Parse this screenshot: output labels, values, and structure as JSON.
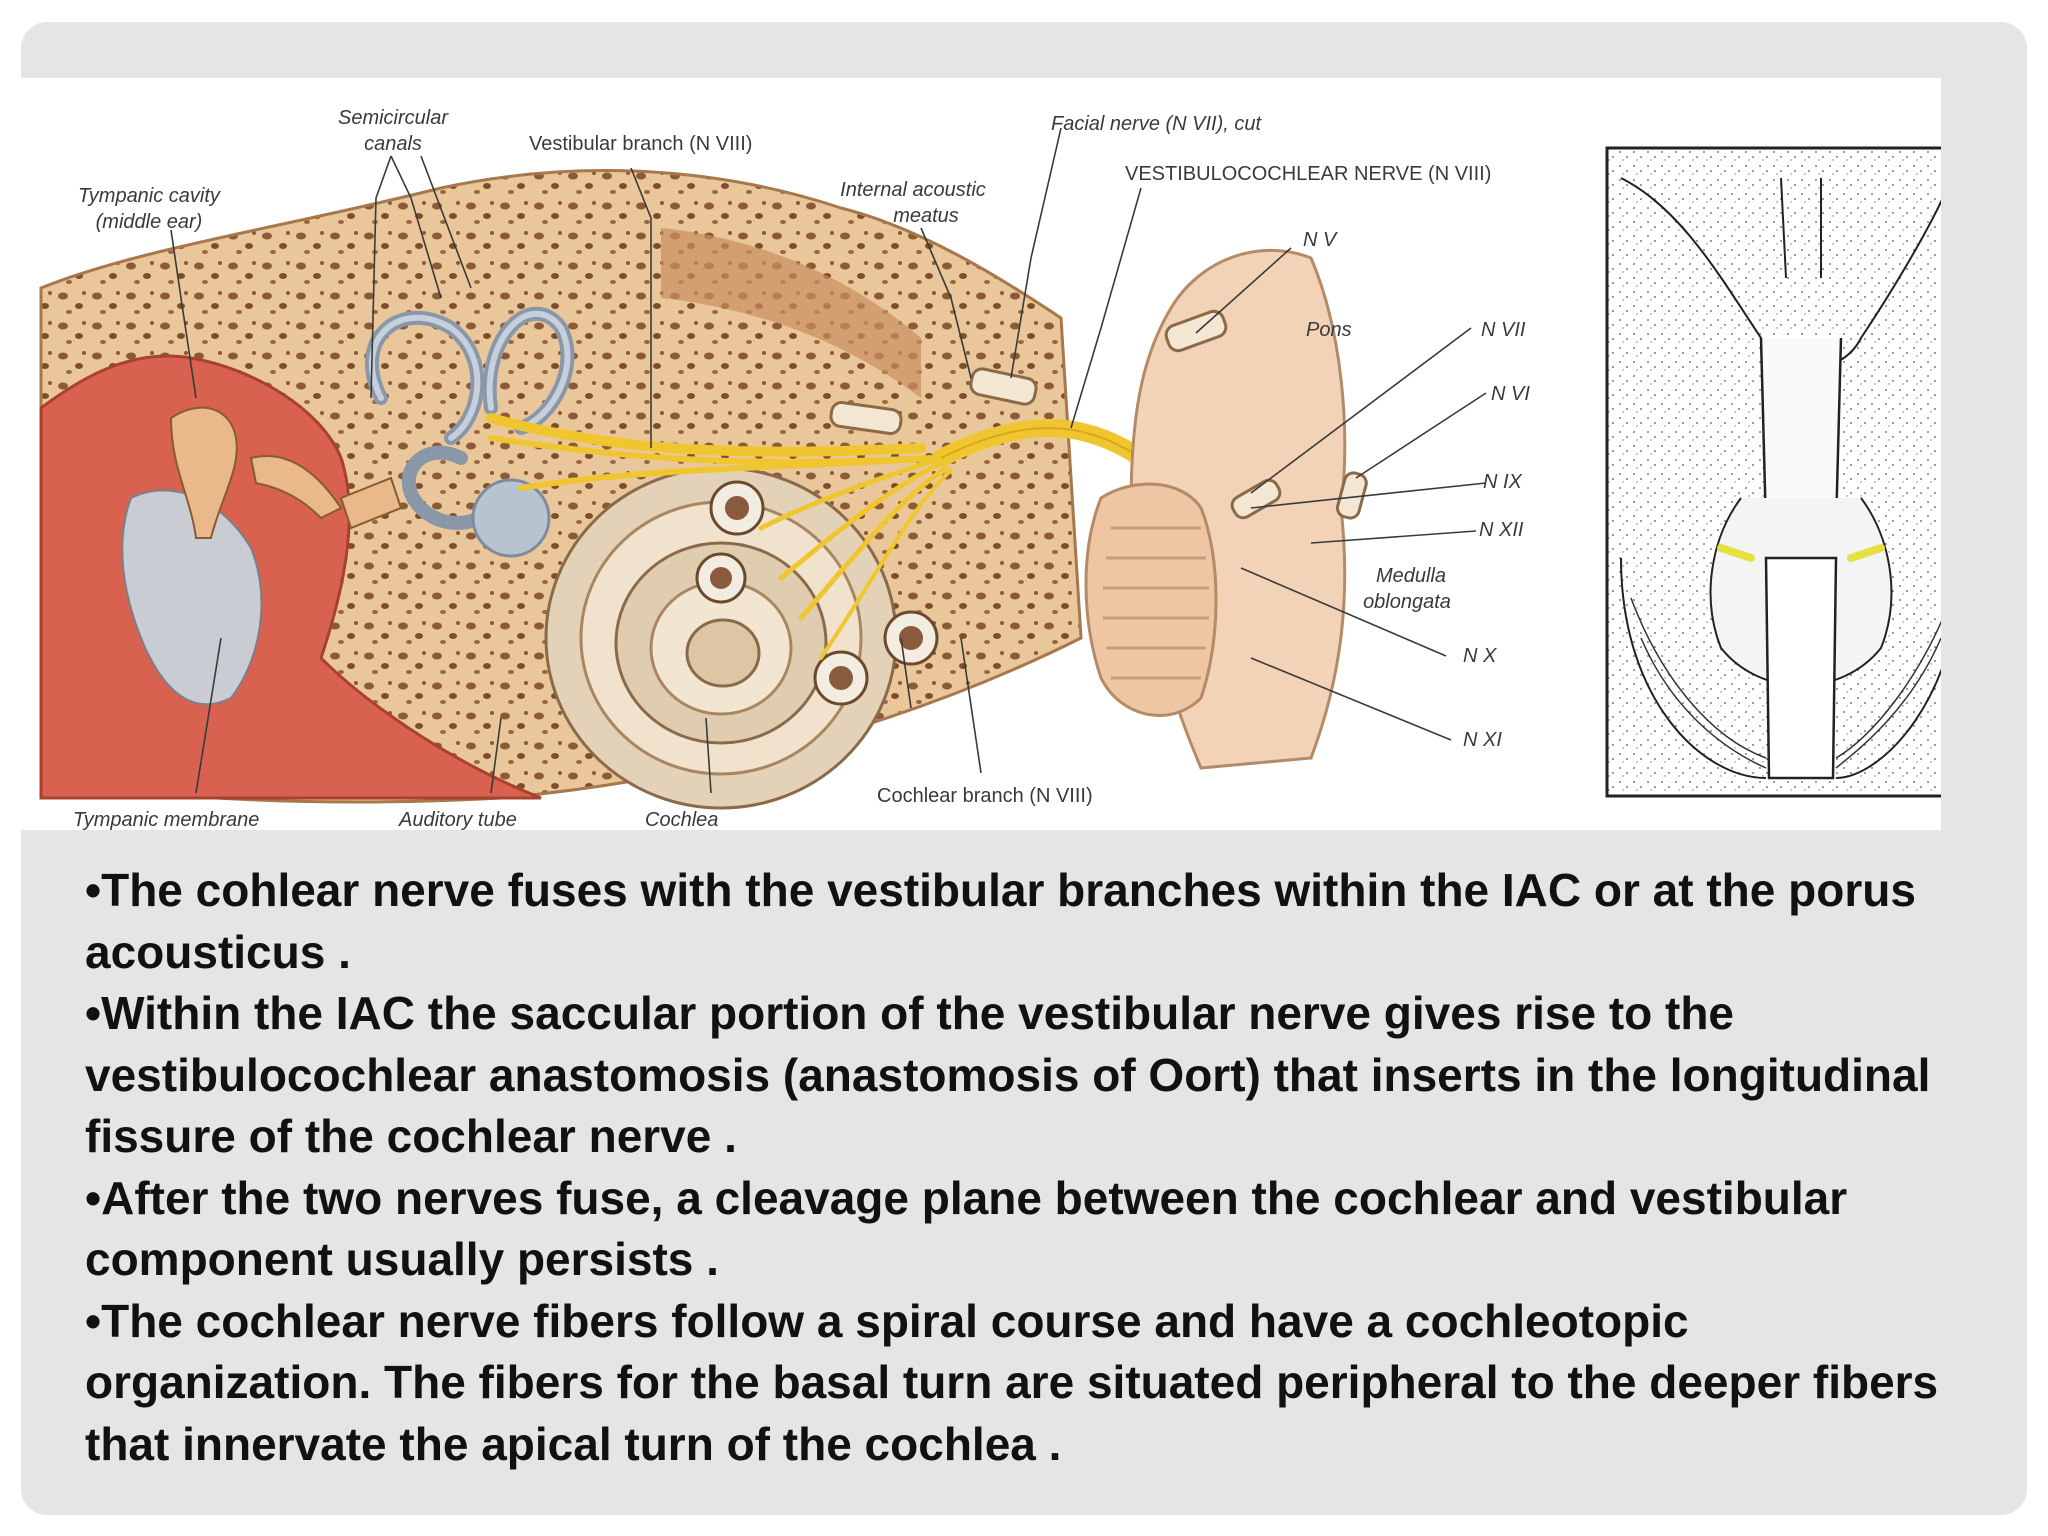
{
  "figure": {
    "labels": {
      "semicircular_canals": [
        "Semicircular",
        "canals"
      ],
      "vestibular_branch": "Vestibular branch (N VIII)",
      "tympanic_cavity": [
        "Tympanic cavity",
        "(middle ear)"
      ],
      "internal_acoustic_meatus": [
        "Internal acoustic",
        "meatus"
      ],
      "facial_nerve": "Facial nerve (N VII), cut",
      "vestibulocochlear_nerve": "VESTIBULOCOCHLEAR NERVE (N VIII)",
      "nv": "N V",
      "pons": "Pons",
      "nvii": "N VII",
      "nvi": "N VI",
      "nix": "N IX",
      "nxii": "N XII",
      "medulla_oblongata": [
        "Medulla",
        "oblongata"
      ],
      "nx": "N X",
      "nxi": "N XI",
      "cochlear_branch": "Cochlear branch (N VIII)",
      "tympanic_membrane": "Tympanic membrane",
      "auditory_tube": "Auditory tube",
      "cochlea": "Cochlea"
    }
  },
  "bullets": [
    "•The cohlear nerve fuses with the vestibular branches within the IAC or at the porus acousticus .",
    "•Within the IAC the saccular portion of the vestibular nerve gives rise to the vestibulocochlear anastomosis (anastomosis of Oort) that inserts in the longitudinal fissure of the cochlear nerve .",
    "•After the two nerves fuse, a cleavage plane between the cochlear and vestibular component usually persists .",
    "•The cochlear nerve fibers follow a spiral course and have a cochleotopic organization. The fibers for the basal turn are situated peripheral to the deeper fibers that innervate the apical turn of the cochlea ."
  ]
}
